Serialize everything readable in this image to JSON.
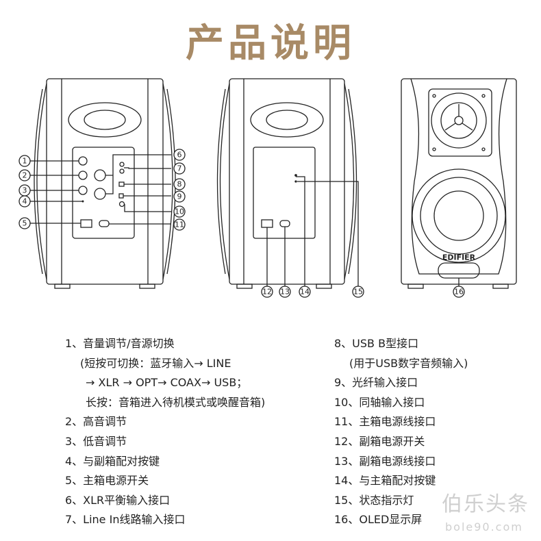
{
  "title": "产品说明",
  "callouts": [
    "1",
    "2",
    "3",
    "4",
    "5",
    "6",
    "7",
    "8",
    "9",
    "10",
    "11",
    "12",
    "13",
    "14",
    "15",
    "16"
  ],
  "brand_on_speaker": "EDIFIER",
  "items_left": [
    "1、音量调节/音源切换",
    "(短按可切换：蓝牙输入→ LINE",
    "→ XLR → OPT→ COAX→ USB；",
    "长按：音箱进入待机模式或唤醒音箱)",
    "2、高音调节",
    "3、低音调节",
    "4、与副箱配对按键",
    "5、主箱电源开关",
    "6、XLR平衡输入接口",
    "7、Line In线路输入接口"
  ],
  "items_right": [
    "8、USB B型接口",
    "(用于USB数字音频输入)",
    "9、光纤输入接口",
    "10、同轴输入接口",
    "11、主箱电源线接口",
    "12、副箱电源开关",
    "13、副箱电源线接口",
    "14、与主箱配对按键",
    "15、状态指示灯",
    "16、OLED显示屏"
  ],
  "watermark": {
    "line1": "伯乐头条",
    "line2": "bole90.com"
  },
  "colors": {
    "title": "#a88a66",
    "line": "#222222"
  }
}
